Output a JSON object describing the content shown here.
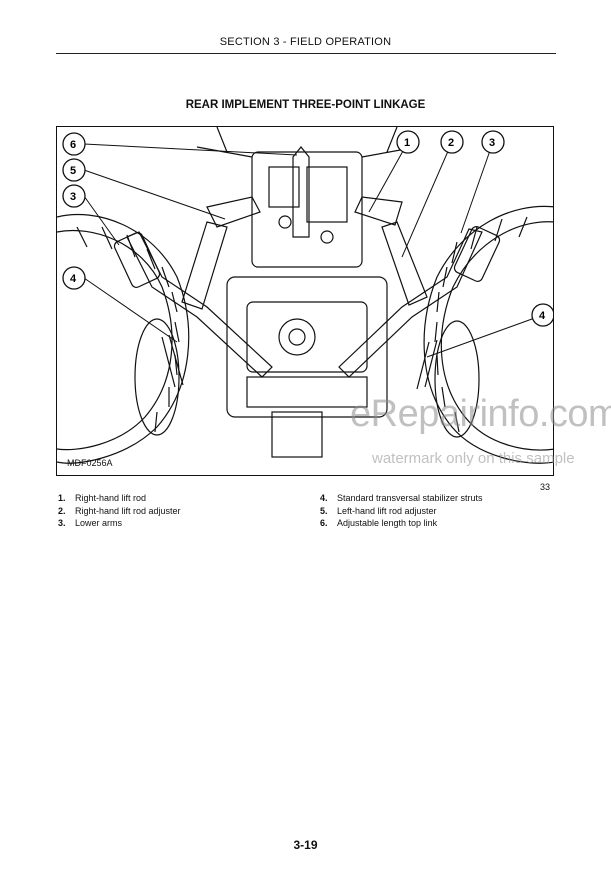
{
  "header": {
    "section": "SECTION 3 - FIELD OPERATION"
  },
  "title": "REAR IMPLEMENT THREE-POINT LINKAGE",
  "figure": {
    "code": "MDF0256A",
    "number": "33",
    "callouts": [
      "6",
      "5",
      "3",
      "4",
      "1",
      "2",
      "3",
      "4"
    ]
  },
  "legend": {
    "left": [
      {
        "num": "1.",
        "text": "Right-hand lift rod"
      },
      {
        "num": "2.",
        "text": "Right-hand lift rod adjuster"
      },
      {
        "num": "3.",
        "text": "Lower arms"
      }
    ],
    "right": [
      {
        "num": "4.",
        "text": "Standard transversal stabilizer struts"
      },
      {
        "num": "5.",
        "text": "Left-hand lift rod adjuster"
      },
      {
        "num": "6.",
        "text": "Adjustable length top link"
      }
    ]
  },
  "watermark": {
    "brand": "eRepairinfo.com",
    "note": "watermark only on this sample"
  },
  "footer": {
    "page": "3-19"
  }
}
